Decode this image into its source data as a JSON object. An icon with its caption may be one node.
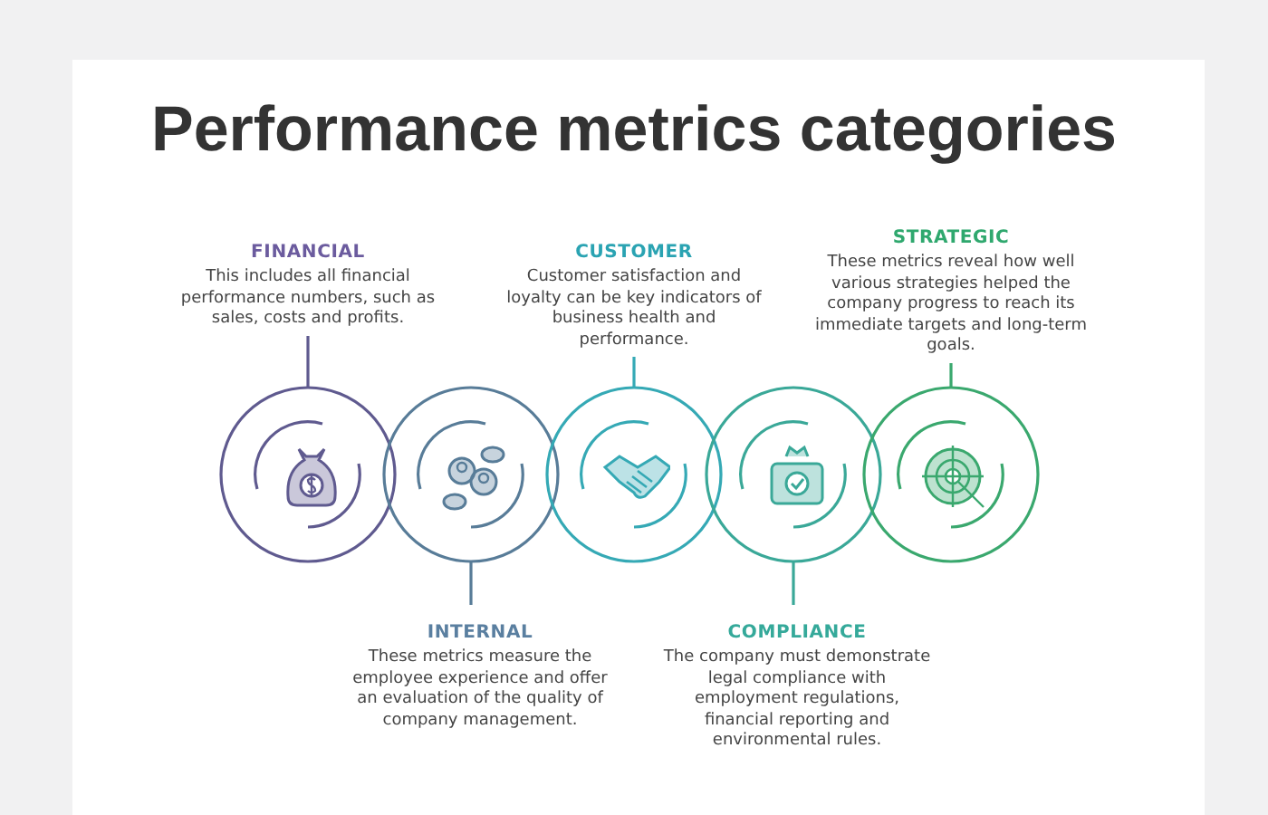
{
  "diagram": {
    "title": "Performance metrics categories",
    "nodes": [
      {
        "text": [
          "FINANCIAL",
          "This includes all financial performance numbers, such as sales, costs and profits."
        ]
      },
      {
        "text": [
          "CUSTOMER",
          "Customer satisfaction and loyalty can be key indicators of business health and performance."
        ]
      },
      {
        "text": [
          "STRATEGIC",
          "These metrics reveal how well various strategies helped the company progress to reach its immediate targets and long-term goals."
        ]
      },
      {
        "text": [],
        "shape": "circle"
      },
      {
        "text": [],
        "shape": "circle"
      },
      {
        "text": [],
        "shape": "circle"
      },
      {
        "text": [],
        "shape": "circle"
      },
      {
        "text": [],
        "shape": "circle"
      },
      {
        "text": [
          "INTERNAL",
          "These metrics measure the employee experience and offer an evaluation of the quality of company management."
        ]
      },
      {
        "text": [
          "COMPLIANCE",
          "The company must demonstrate legal compliance with employment regulations, financial reporting and environmental rules."
        ]
      }
    ],
    "edges": [
      {
        "from": 0,
        "to": 3,
        "arrow": "none"
      },
      {
        "from": 1,
        "to": 5,
        "arrow": "none"
      },
      {
        "from": 2,
        "to": 7,
        "arrow": "none"
      },
      {
        "from": 8,
        "to": 4,
        "arrow": "none"
      },
      {
        "from": 9,
        "to": 6,
        "arrow": "none"
      }
    ]
  }
}
